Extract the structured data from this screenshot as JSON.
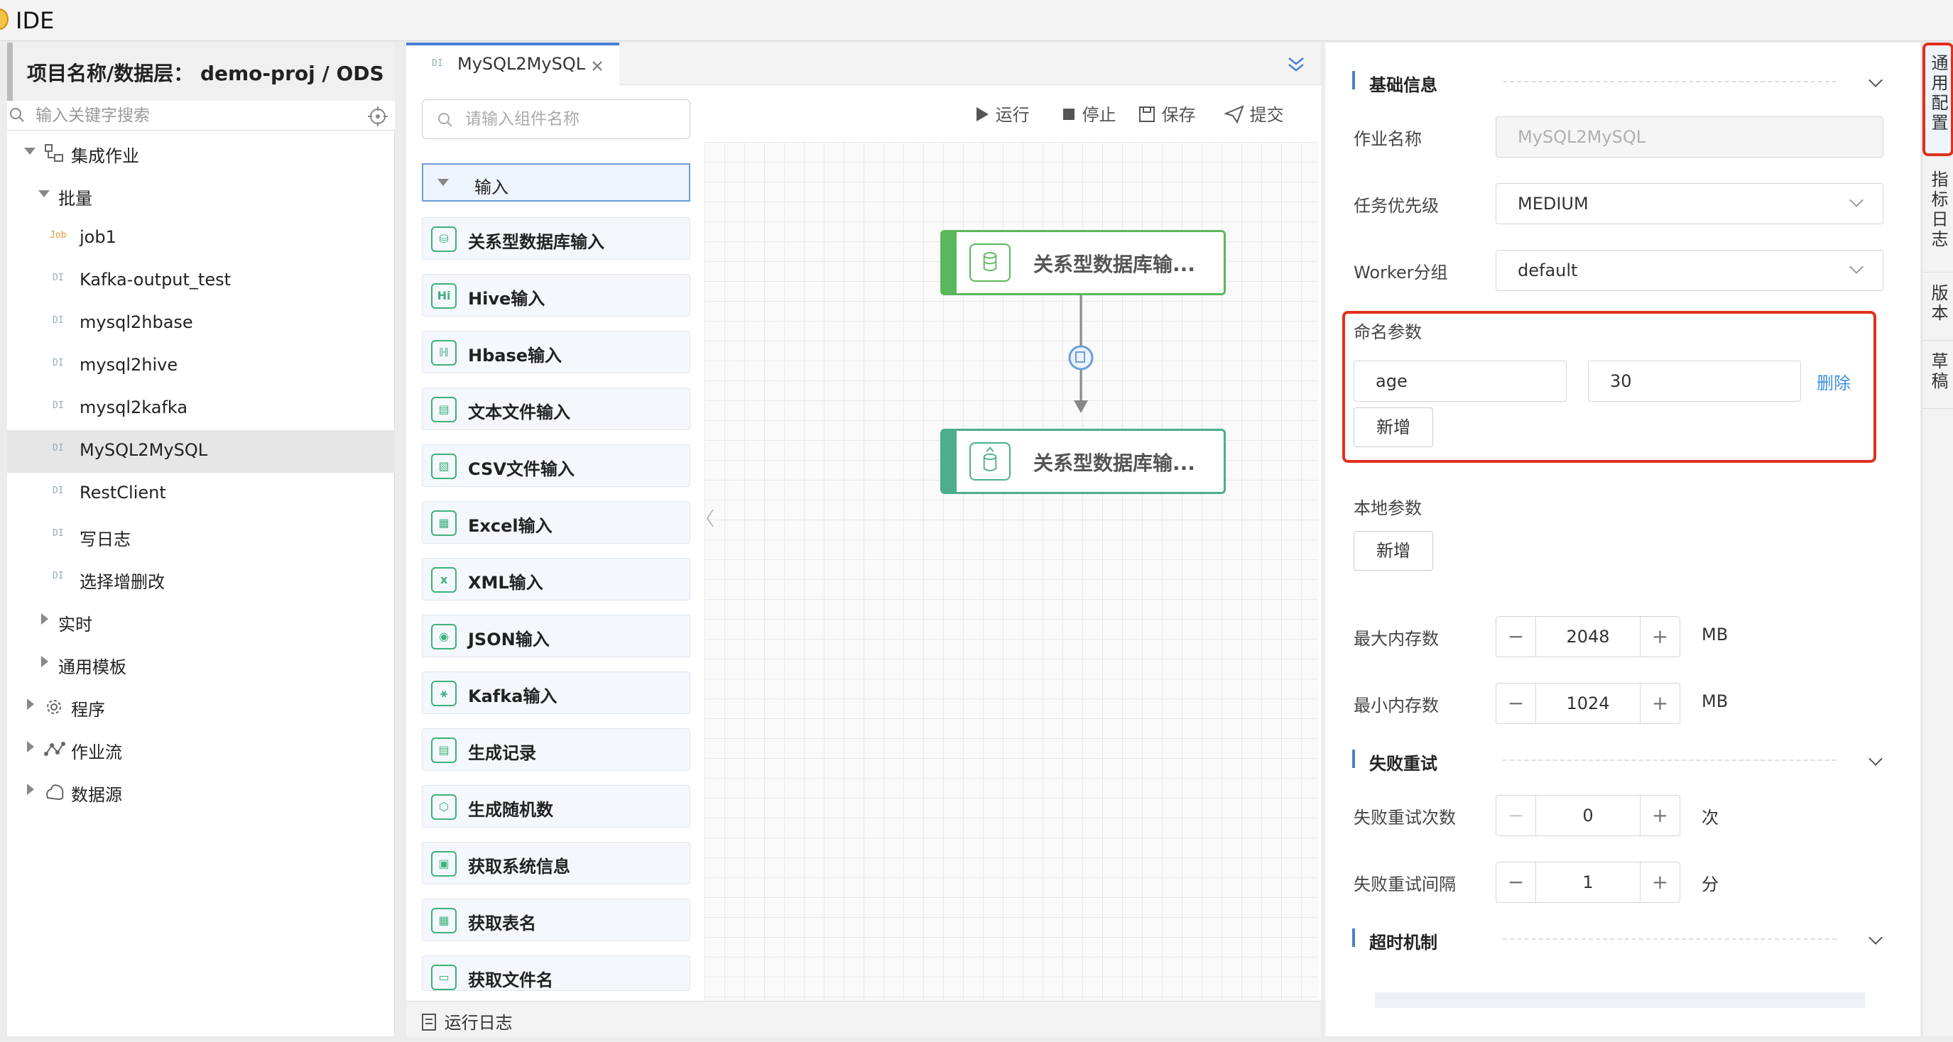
{
  "window": {
    "title": "IDE"
  },
  "left_panel": {
    "project_label": "项目名称/数据层： demo-proj / ODS",
    "search_placeholder": "输入关键字搜索",
    "tree": [
      {
        "label": "集成作业",
        "kind": "folder"
      },
      {
        "label": "批量",
        "kind": "folder"
      },
      {
        "label": "job1",
        "kind": "job",
        "tag": "Job"
      },
      {
        "label": "Kafka-output_test",
        "kind": "di",
        "tag": "DI"
      },
      {
        "label": "mysql2hbase",
        "kind": "di",
        "tag": "DI"
      },
      {
        "label": "mysql2hive",
        "kind": "di",
        "tag": "DI"
      },
      {
        "label": "mysql2kafka",
        "kind": "di",
        "tag": "DI"
      },
      {
        "label": "MySQL2MySQL",
        "kind": "di",
        "tag": "DI",
        "selected": true
      },
      {
        "label": "RestClient",
        "kind": "di",
        "tag": "DI"
      },
      {
        "label": "写日志",
        "kind": "di",
        "tag": "DI"
      },
      {
        "label": "选择增删改",
        "kind": "di",
        "tag": "DI"
      },
      {
        "label": "实时",
        "kind": "folder"
      },
      {
        "label": "通用模板",
        "kind": "folder"
      },
      {
        "label": "程序",
        "kind": "folder"
      },
      {
        "label": "作业流",
        "kind": "folder"
      },
      {
        "label": "数据源",
        "kind": "folder"
      }
    ]
  },
  "editor": {
    "tab_tag": "DI",
    "tab_label": "MySQL2MySQL",
    "component_search_placeholder": "请输入组件名称",
    "category": "输入",
    "components": [
      {
        "label": "关系型数据库输入",
        "icon": "database-icon",
        "glyph": "⛁"
      },
      {
        "label": "Hive输入",
        "icon": "hive-icon",
        "glyph": "Hi"
      },
      {
        "label": "Hbase输入",
        "icon": "hbase-icon",
        "glyph": "ℍ"
      },
      {
        "label": "文本文件输入",
        "icon": "text-file-icon",
        "glyph": "▤"
      },
      {
        "label": "CSV文件输入",
        "icon": "csv-file-icon",
        "glyph": "▧"
      },
      {
        "label": "Excel输入",
        "icon": "excel-icon",
        "glyph": "▦"
      },
      {
        "label": "XML输入",
        "icon": "xml-icon",
        "glyph": "x"
      },
      {
        "label": "JSON输入",
        "icon": "json-icon",
        "glyph": "◉"
      },
      {
        "label": "Kafka输入",
        "icon": "kafka-icon",
        "glyph": "⚹"
      },
      {
        "label": "生成记录",
        "icon": "generate-record-icon",
        "glyph": "▤"
      },
      {
        "label": "生成随机数",
        "icon": "random-number-icon",
        "glyph": "⬡"
      },
      {
        "label": "获取系统信息",
        "icon": "system-info-icon",
        "glyph": "▣"
      },
      {
        "label": "获取表名",
        "icon": "table-name-icon",
        "glyph": "▦"
      },
      {
        "label": "获取文件名",
        "icon": "file-name-icon",
        "glyph": "▭"
      }
    ],
    "toolbar": {
      "run": "运行",
      "stop": "停止",
      "save": "保存",
      "submit": "提交"
    },
    "nodes": [
      {
        "label": "关系型数据库输..."
      },
      {
        "label": "关系型数据库输..."
      }
    ],
    "status_log": "运行日志"
  },
  "config": {
    "section_basic": "基础信息",
    "job_name_label": "作业名称",
    "job_name_value": "MySQL2MySQL",
    "priority_label": "任务优先级",
    "priority_value": "MEDIUM",
    "worker_label": "Worker分组",
    "worker_value": "default",
    "named_params_label": "命名参数",
    "named_param_key": "age",
    "named_param_value": "30",
    "delete_label": "删除",
    "add_label": "新增",
    "local_params_label": "本地参数",
    "max_mem_label": "最大内存数",
    "max_mem_value": "2048",
    "min_mem_label": "最小内存数",
    "min_mem_value": "1024",
    "mem_unit": "MB",
    "section_retry": "失败重试",
    "retry_count_label": "失败重试次数",
    "retry_count_value": "0",
    "retry_count_unit": "次",
    "retry_interval_label": "失败重试间隔",
    "retry_interval_value": "1",
    "retry_interval_unit": "分",
    "section_timeout": "超时机制",
    "minus": "−",
    "plus": "+"
  },
  "side_tabs": [
    "通用配置",
    "指标日志",
    "版本",
    "草稿"
  ],
  "colors": {
    "accent": "#4a7fd4",
    "highlight": "#e0301e",
    "node_green": "#5ab85c",
    "link_blue": "#3d8fe0"
  }
}
